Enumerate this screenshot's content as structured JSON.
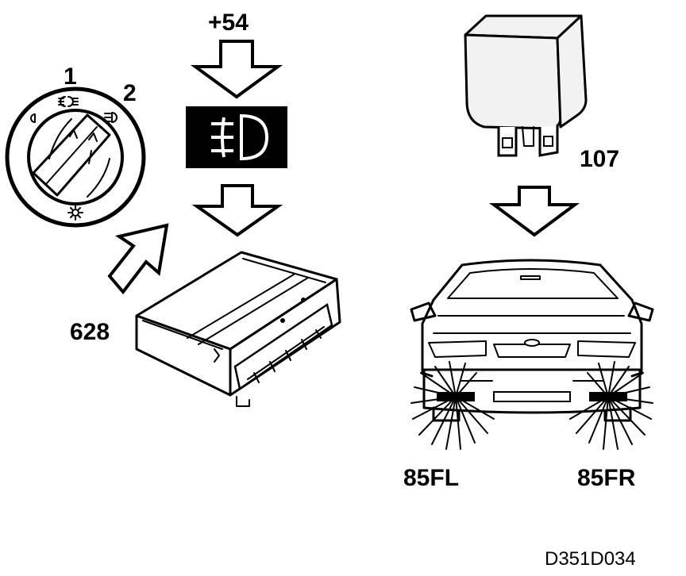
{
  "labels": {
    "switch_pos_1": "1",
    "switch_pos_2": "2",
    "power_feed": "+54",
    "control_module": "628",
    "relay": "107",
    "lamp_left": "85FL",
    "lamp_right": "85FR",
    "drawing_ref": "D351D034"
  },
  "colors": {
    "ink": "#000000",
    "paper": "#ffffff",
    "relay_fill": "#f2f2f2"
  },
  "icons": {
    "fog_lamp_indicator": "front-fog-lamp-icon"
  }
}
